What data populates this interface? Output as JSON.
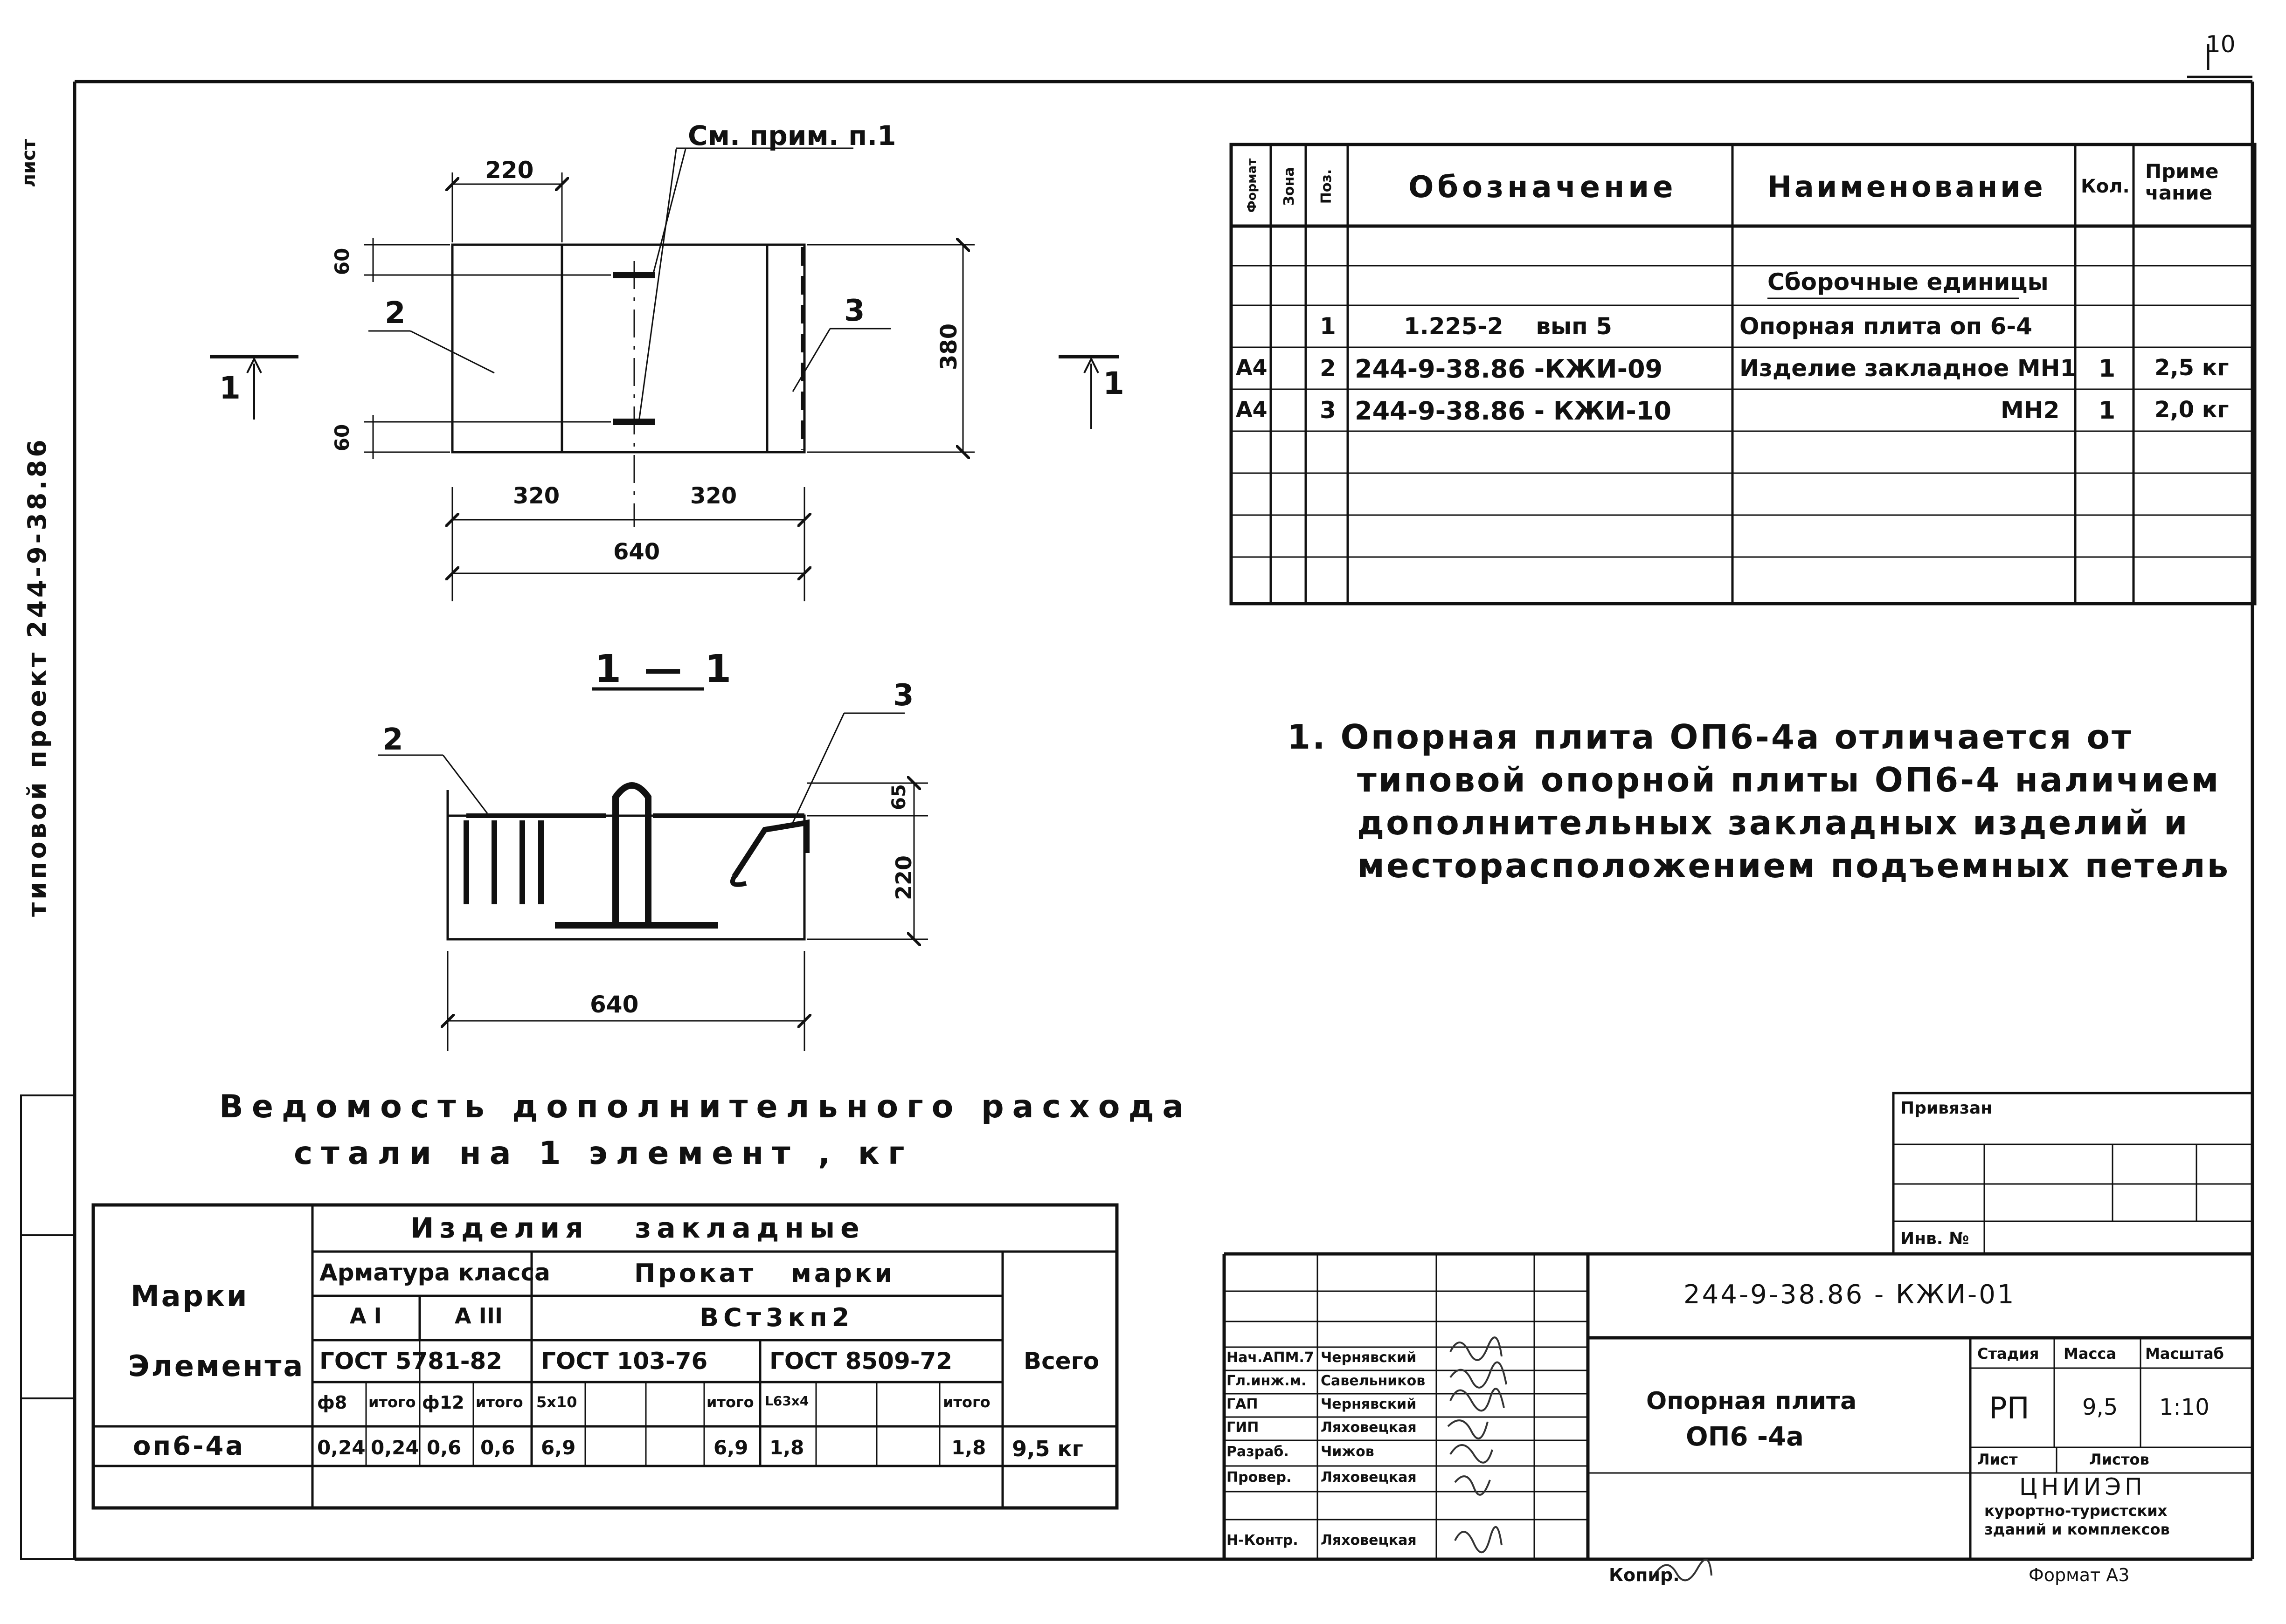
{
  "page_number": "10",
  "side_stamp": "типовой проект 244-9-38.86",
  "side_stamp_2": "лист",
  "drawings": {
    "plan": {
      "callout": "См. прим. п.1",
      "dim_top": "220",
      "dim_side": "380",
      "dim_60_top": "60",
      "dim_60_bottom": "60",
      "dim_left_half": "320",
      "dim_right_half": "320",
      "dim_total": "640",
      "pos_2": "2",
      "pos_3": "3",
      "section_left": "1",
      "section_right": "1"
    },
    "section": {
      "title": "1 — 1",
      "pos_2": "2",
      "pos_3": "3",
      "dim_65": "65",
      "dim_220": "220",
      "dim_640": "640"
    }
  },
  "spec_table": {
    "headers": {
      "format": "Формат",
      "zone": "Зона",
      "pos": "Поз.",
      "designation": "Обозначение",
      "name": "Наименование",
      "qty": "Кол.",
      "note": "Приме чание"
    },
    "section_label": "Сборочные единицы",
    "rows": [
      {
        "format": "",
        "zone": "",
        "pos": "1",
        "designation": "1.225-2    вып 5",
        "name": "Опорная плита  оп 6-4",
        "qty": "",
        "note": ""
      },
      {
        "format": "А4",
        "zone": "",
        "pos": "2",
        "designation": "244-9-38.86 -КЖИ-09",
        "name": "Изделие закладное МН1",
        "qty": "1",
        "note": "2,5 кг"
      },
      {
        "format": "А4",
        "zone": "",
        "pos": "3",
        "designation": "244-9-38.86 - КЖИ-10",
        "name": "МН2",
        "qty": "1",
        "note": "2,0 кг"
      }
    ]
  },
  "note_text": [
    "1.  Опорная плита ОП6-4а отличается от",
    "типовой опорной плиты ОП6-4 наличием",
    "дополнительных закладных изделий и",
    "месторасположением подъемных петель"
  ],
  "steel_table": {
    "title_line1": "Ведомость  дополнительного  расхода",
    "title_line2": "стали  на  1  элемент  , кг",
    "col_mark_1": "Марки",
    "col_mark_2": "Элемента",
    "group": "Изделия   закладные",
    "armature": "Арматура класса",
    "rolled": "Прокат   марки",
    "class_a1": "А I",
    "class_a3": "А III",
    "steel_grade": "ВСт3кп2",
    "gost1": "ГОСТ 5781-82",
    "gost2": "ГОСТ 103-76",
    "gost3": "ГОСТ 8509-72",
    "total_col": "Всего",
    "sub": [
      "ф8",
      "итого",
      "ф12",
      "итого",
      "5х10",
      "",
      "",
      "итого",
      "L63х4",
      "",
      "",
      "итого"
    ],
    "row": {
      "mark": "оп6-4а",
      "values": [
        "0,24",
        "0,24",
        "0,6",
        "0,6",
        "6,9",
        "",
        "",
        "6,9",
        "1,8",
        "",
        "",
        "1,8"
      ],
      "total": "9,5 кг"
    }
  },
  "title_block": {
    "privyazan": "Привязан",
    "inv_no": "Инв. №",
    "code": "244-9-38.86 - КЖИ-01",
    "doc_title_1": "Опорная плита",
    "doc_title_2": "ОП6 -4а",
    "stage_h": "Стадия",
    "mass_h": "Масса",
    "scale_h": "Масштаб",
    "stage": "РП",
    "mass": "9,5",
    "scale": "1:10",
    "sheet_h": "Лист",
    "sheets_h": "Листов",
    "org_1": "ЦНИИЭП",
    "org_2": "курортно-туристских",
    "org_3": "зданий и комплексов",
    "signatures": [
      {
        "role": "Нач.АПМ.7",
        "name": "Чернявский"
      },
      {
        "role": "Гл.инж.м.",
        "name": "Савельников"
      },
      {
        "role": "ГАП",
        "name": "Чернявский"
      },
      {
        "role": "ГИП",
        "name": "Ляховецкая"
      },
      {
        "role": "Разраб.",
        "name": "Чижов"
      },
      {
        "role": "Провер.",
        "name": "Ляховецкая"
      },
      {
        "role": "Н-Контр.",
        "name": "Ляховецкая"
      }
    ],
    "copied": "Копир.",
    "format": "Формат А3"
  }
}
